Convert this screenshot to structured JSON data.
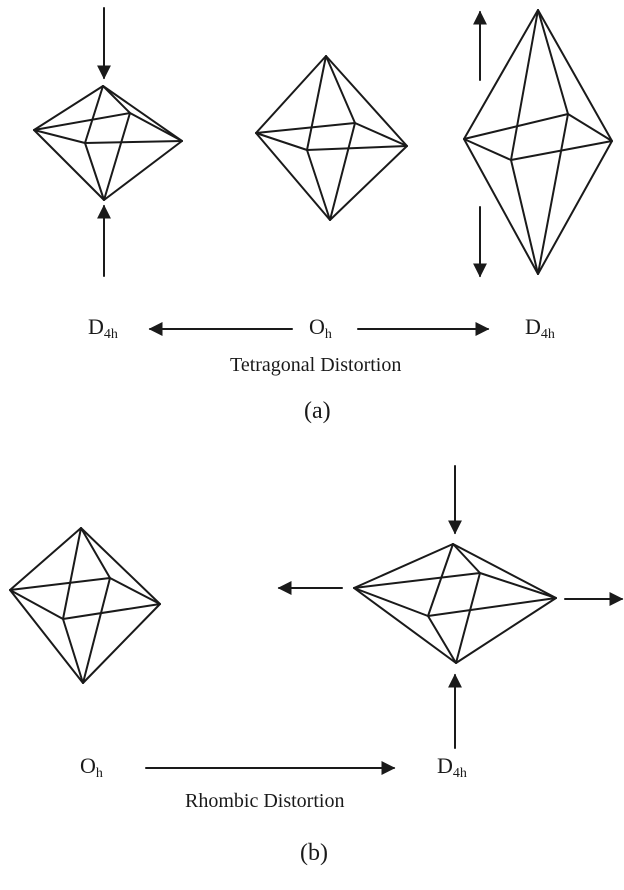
{
  "panel_a": {
    "panel_label": "(a)",
    "left_symbol": {
      "main": "D",
      "sub": "4h"
    },
    "center_symbol": {
      "main": "O",
      "sub": "h"
    },
    "right_symbol": {
      "main": "D",
      "sub": "4h"
    },
    "caption": "Tetragonal Distortion"
  },
  "panel_b": {
    "panel_label": "(b)",
    "left_symbol": {
      "main": "O",
      "sub": "h"
    },
    "right_symbol": {
      "main": "D",
      "sub": "4h"
    },
    "caption": "Rhombic Distortion"
  },
  "colors": {
    "stroke": "#1a1a1a",
    "background": "#ffffff"
  }
}
